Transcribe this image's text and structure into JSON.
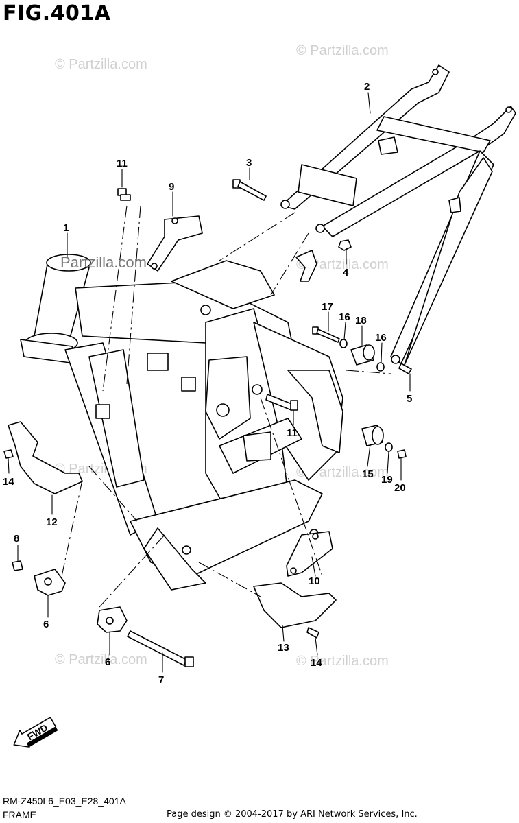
{
  "figure": {
    "title": "FIG.401A"
  },
  "watermarks": {
    "main": "Partzilla.com",
    "faint": "© Partzilla.com"
  },
  "callouts": {
    "p1": "1",
    "p2": "2",
    "p3": "3",
    "p4": "4",
    "p5": "5",
    "p6a": "6",
    "p6b": "6",
    "p7": "7",
    "p8": "8",
    "p9": "9",
    "p10": "10",
    "p11a": "11",
    "p11b": "11",
    "p12": "12",
    "p13": "13",
    "p14a": "14",
    "p14b": "14",
    "p15": "15",
    "p16a": "16",
    "p16b": "16",
    "p17": "17",
    "p18": "18",
    "p19": "19",
    "p20": "20"
  },
  "fwd": {
    "label": "FWD"
  },
  "footer": {
    "code": "RM-Z450L6_E03_E28_401A",
    "name": "FRAME",
    "credit": "Page design © 2004-2017 by ARI Network Services, Inc."
  }
}
